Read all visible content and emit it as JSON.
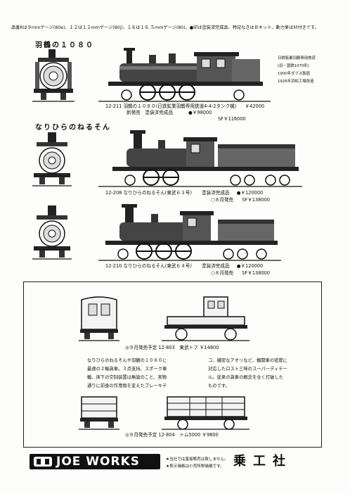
{
  "header": {
    "note": "品番Rは９ｍｍゲージ(80e)、１２は１２ｍｍゲージ(80j)、１６は１６.５ｍｍゲージ(80)。●印は塗装済完成品、特記なきはＢキット、動力車はＭ付きです。"
  },
  "section1": {
    "title": "羽鶴の１０８０",
    "history": [
      "日鉄鉱業羽鶴専用鉄道",
      "(旧・国鉄1070形)",
      "1900年ダブス製造",
      "1926年浜松工場改造"
    ],
    "caption": "12-211 羽鶴の１０８０(日鉄鉱業羽鶴専用鉄道4-4-2タンク機)",
    "price_kit": "￥42000",
    "price_finished_label": "新発売　塗装済完成品",
    "price_finished": "●￥98000",
    "price_sf": "SF￥116000"
  },
  "section2": {
    "title": "なりひらのねるそん",
    "caption": "12-208 なりひらのねるそん(東武６３号)",
    "finished_label": "塗装済完成品",
    "price_finished": "●￥120000",
    "release": "○８月発売",
    "price_sf": "SF￥138000"
  },
  "section3": {
    "caption": "12-210 なりひらのねるそん(東武６４号)",
    "finished_label": "塗装済完成品",
    "price_finished": "●￥120000",
    "release": "○８月発売",
    "price_sf": "SF￥138000"
  },
  "wagons": {
    "toffu_caption": "◎９月発売予定 12-803　東武トフ ￥14800",
    "description_left": [
      "なりひらのねるそんや羽鶴の１０８０に",
      "最適の２軸貨車。３点支持、スポーク車",
      "輪、床下の空制装置は無論のこと、実物",
      "通りに前後の作用角を変えたブレーキテ"
    ],
    "description_right": [
      "コ、繊密なアオリなど、機関車の密度に",
      "対応したロスト三味のスーパーディテー",
      "ル。従来の貨車の概念を全く打破した",
      "ものです。"
    ],
    "tomu_caption": "◎９月発売予定 12-804　トム5000 ￥9800"
  },
  "footer": {
    "logo": "JOE WORKS",
    "notes": [
      "★当社では直接販売は致しません。",
      "★表示価格は小売所税価格です。"
    ],
    "company": "乗工社"
  }
}
